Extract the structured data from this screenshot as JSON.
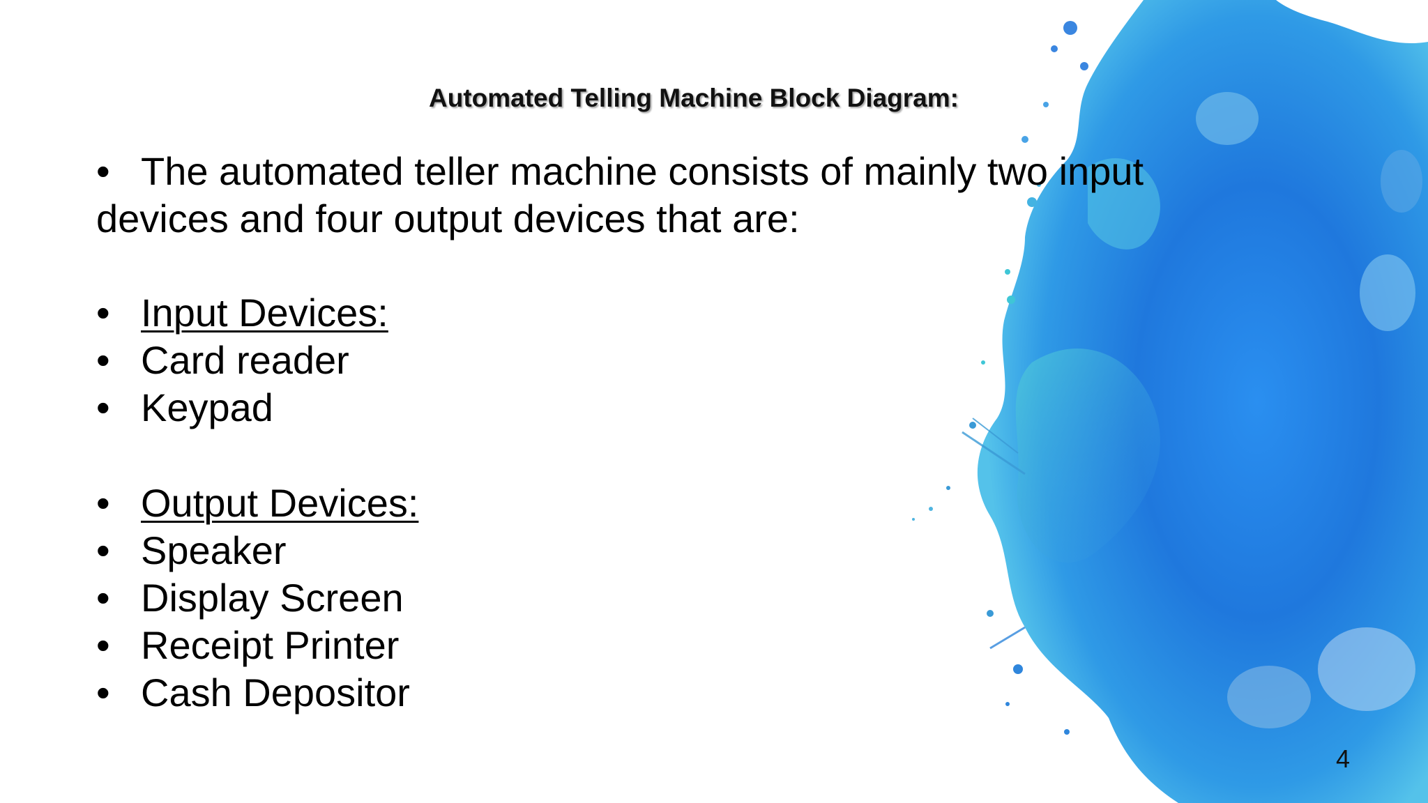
{
  "slide": {
    "title": "Automated Telling Machine Block Diagram:",
    "intro_bullet": "•",
    "intro_text": "The automated teller machine consists of mainly two input devices and four output devices that are:",
    "input_section": {
      "heading": "Input Devices:",
      "items": [
        "Card reader",
        "Keypad"
      ]
    },
    "output_section": {
      "heading": "Output Devices:",
      "items": [
        "Speaker",
        "Display Screen",
        "Receipt Printer",
        "Cash Depositor"
      ]
    },
    "page_number": "4"
  },
  "colors": {
    "background": "#ffffff",
    "text": "#000000",
    "splash_primary": "#1e7fe0",
    "splash_light": "#4fb8e8",
    "splash_teal": "#3fc6d6"
  },
  "icons": {
    "decoration": "watercolor-splash"
  }
}
